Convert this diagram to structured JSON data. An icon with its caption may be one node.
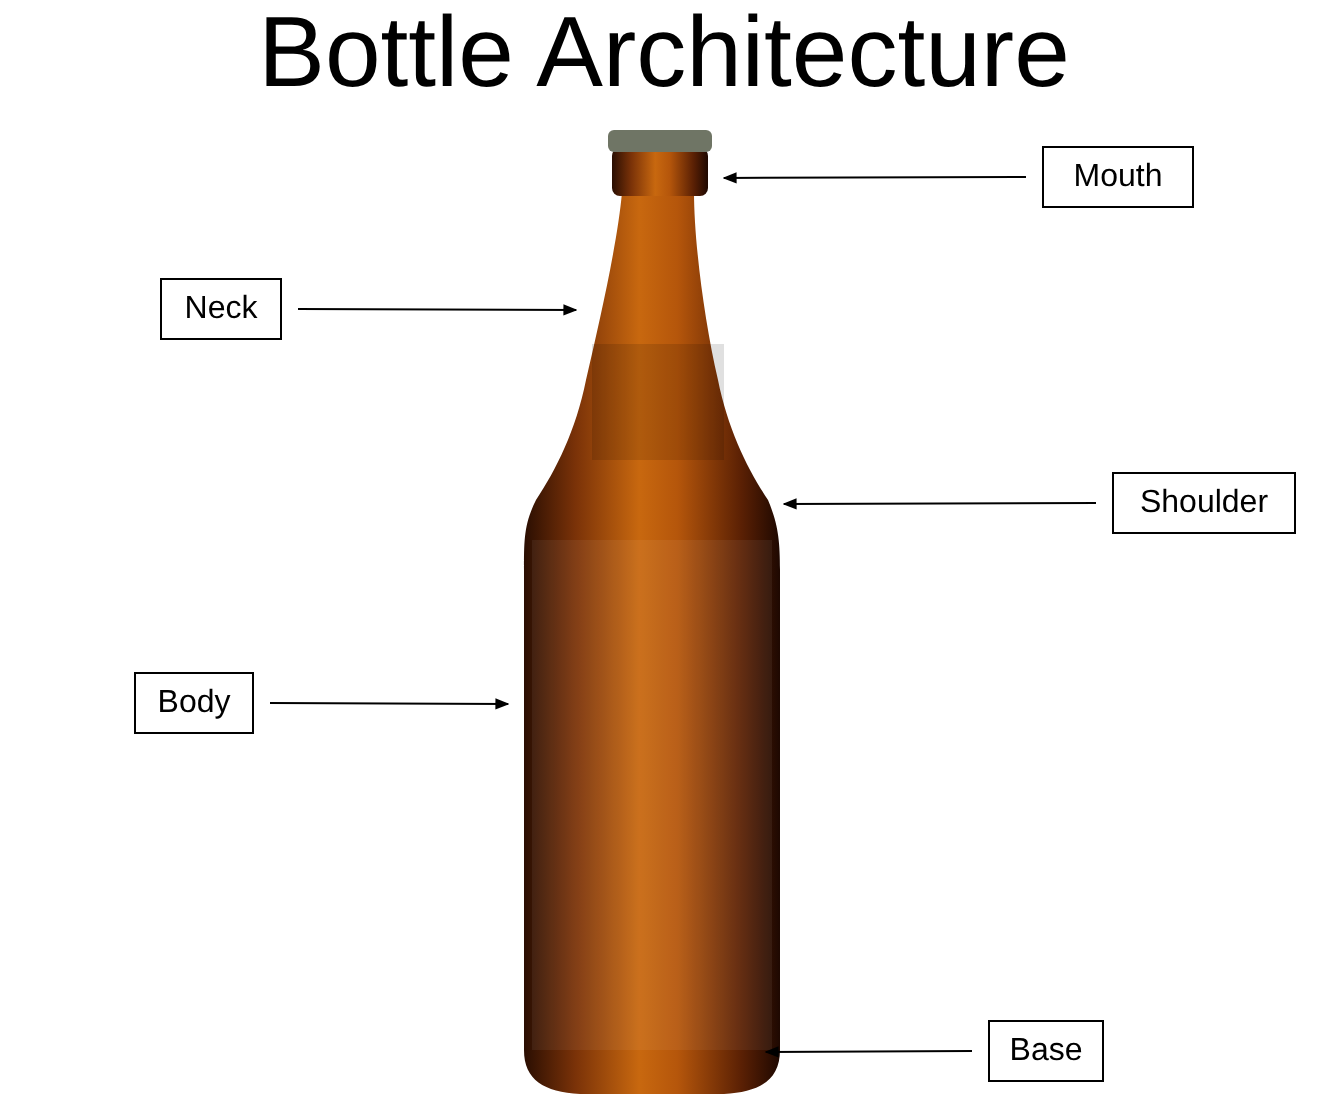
{
  "diagram": {
    "title": "Bottle Architecture",
    "nodes": [
      {
        "text": [
          "Mouth"
        ]
      },
      {
        "text": [
          "Neck"
        ]
      },
      {
        "text": [
          "Shoulder"
        ]
      },
      {
        "text": [
          "Body"
        ]
      },
      {
        "text": [
          "Base"
        ]
      }
    ],
    "edges": [
      {
        "from": 0,
        "to": null,
        "arrow": "to"
      },
      {
        "from": 1,
        "to": null,
        "arrow": "to"
      },
      {
        "from": 2,
        "to": null,
        "arrow": "to"
      },
      {
        "from": 3,
        "to": null,
        "arrow": "to"
      },
      {
        "from": 4,
        "to": null,
        "arrow": "to"
      }
    ]
  }
}
